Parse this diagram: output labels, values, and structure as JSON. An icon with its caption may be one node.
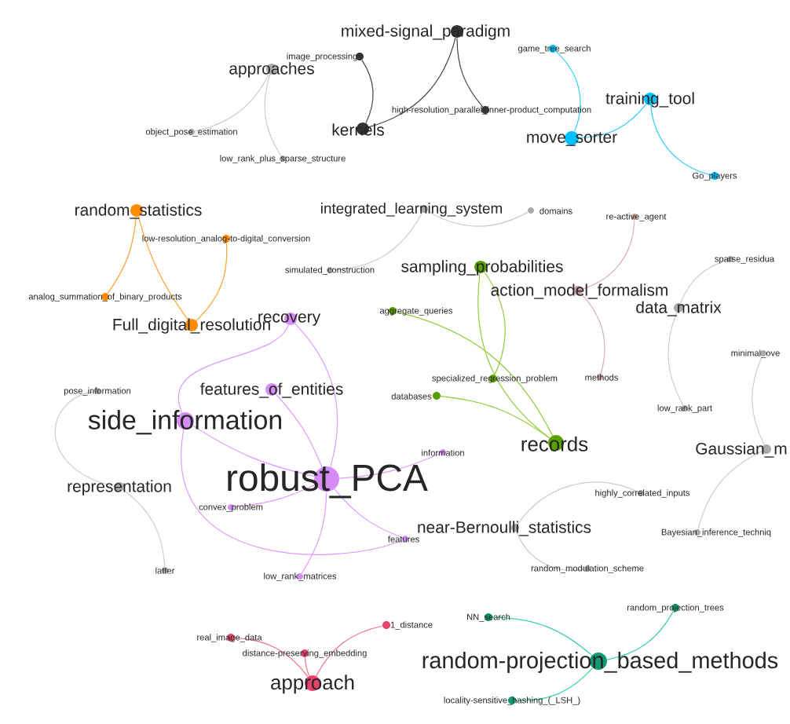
{
  "diagram": {
    "nodes": [
      {
        "text": [
          "mixed-signal_paradigm"
        ]
      },
      {
        "text": [
          "image_processing"
        ]
      },
      {
        "text": [
          "kernels"
        ]
      },
      {
        "text": [
          "high-resolution_parallel_inner-product_computation"
        ]
      },
      {
        "text": [
          "approaches"
        ]
      },
      {
        "text": [
          "object_pose_estimation"
        ]
      },
      {
        "text": [
          "low_rank_plus_sparse_structure"
        ]
      },
      {
        "text": [
          "game_tree_search"
        ]
      },
      {
        "text": [
          "training_tool"
        ]
      },
      {
        "text": [
          "move_sorter"
        ]
      },
      {
        "text": [
          "Go_players"
        ]
      },
      {
        "text": [
          "random_statistics"
        ]
      },
      {
        "text": [
          "low-resolution_analog-to-digital_conversion"
        ]
      },
      {
        "text": [
          "analog_summation_of_binary_products"
        ]
      },
      {
        "text": [
          "Full_digital_resolution"
        ]
      },
      {
        "text": [
          "integrated_learning_system"
        ]
      },
      {
        "text": [
          "domains"
        ]
      },
      {
        "text": [
          "simulated_construction"
        ]
      },
      {
        "text": [
          "sampling_probabilities"
        ]
      },
      {
        "text": [
          "aggregate_queries"
        ]
      },
      {
        "text": [
          "specialized_regression_problem"
        ]
      },
      {
        "text": [
          "databases"
        ]
      },
      {
        "text": [
          "records"
        ]
      },
      {
        "text": [
          "re-active_agent"
        ]
      },
      {
        "text": [
          "action_model_formalism"
        ]
      },
      {
        "text": [
          "methods"
        ]
      },
      {
        "text": [
          "sparse_residua"
        ]
      },
      {
        "text": [
          "data_matrix"
        ]
      },
      {
        "text": [
          "low_rank_part"
        ]
      },
      {
        "text": [
          "minimal_ove"
        ]
      },
      {
        "text": [
          "Gaussian_m"
        ]
      },
      {
        "text": [
          "Bayesian_inference_techniq"
        ]
      },
      {
        "text": [
          "recovery"
        ]
      },
      {
        "text": [
          "features_of_entities"
        ]
      },
      {
        "text": [
          "side_information"
        ]
      },
      {
        "text": [
          "robust_PCA"
        ]
      },
      {
        "text": [
          "information"
        ]
      },
      {
        "text": [
          "convex_problem"
        ]
      },
      {
        "text": [
          "features"
        ]
      },
      {
        "text": [
          "low_rank_matrices"
        ]
      },
      {
        "text": [
          "pose_information"
        ]
      },
      {
        "text": [
          "representation"
        ]
      },
      {
        "text": [
          "latter"
        ]
      },
      {
        "text": [
          "highly_correlated_inputs"
        ]
      },
      {
        "text": [
          "near-Bernoulli_statistics"
        ]
      },
      {
        "text": [
          "random_modulation_scheme"
        ]
      },
      {
        "text": [
          "1_distance"
        ]
      },
      {
        "text": [
          "real_image_data"
        ]
      },
      {
        "text": [
          "distance-preserving_embedding"
        ]
      },
      {
        "text": [
          "approach"
        ]
      },
      {
        "text": [
          "NN_search"
        ]
      },
      {
        "text": [
          "random_projection_trees"
        ]
      },
      {
        "text": [
          "random-projection_based_methods"
        ]
      },
      {
        "text": [
          "locality-sensitive_hashing_(_LSH_)"
        ]
      }
    ],
    "edges": [
      {
        "from": 0,
        "to": 2,
        "arrow": "none",
        "color": "#444444"
      },
      {
        "from": 0,
        "to": 3,
        "arrow": "none",
        "color": "#444444"
      },
      {
        "from": 1,
        "to": 2,
        "arrow": "none",
        "color": "#444444"
      },
      {
        "from": 4,
        "to": 5,
        "arrow": "none"
      },
      {
        "from": 4,
        "to": 6,
        "arrow": "none"
      },
      {
        "from": 7,
        "to": 9,
        "arrow": "none",
        "color": "#33ccff"
      },
      {
        "from": 9,
        "to": 8,
        "arrow": "none",
        "color": "#33ccff"
      },
      {
        "from": 8,
        "to": 10,
        "arrow": "none",
        "color": "#33ccff"
      },
      {
        "from": 11,
        "to": 13,
        "arrow": "none",
        "color": "#ffa033"
      },
      {
        "from": 11,
        "to": 14,
        "arrow": "none",
        "color": "#ffa033"
      },
      {
        "from": 12,
        "to": 14,
        "arrow": "none",
        "color": "#ffa033"
      },
      {
        "from": 15,
        "to": 16,
        "arrow": "none"
      },
      {
        "from": 15,
        "to": 17,
        "arrow": "none"
      },
      {
        "from": 18,
        "to": 20,
        "arrow": "none",
        "color": "#8fcc3a"
      },
      {
        "from": 18,
        "to": 22,
        "arrow": "none",
        "color": "#8fcc3a"
      },
      {
        "from": 19,
        "to": 22,
        "arrow": "none",
        "color": "#8fcc3a"
      },
      {
        "from": 21,
        "to": 22,
        "arrow": "none",
        "color": "#8fcc3a"
      },
      {
        "from": 23,
        "to": 24,
        "arrow": "none",
        "color": "#dcb0b0"
      },
      {
        "from": 24,
        "to": 25,
        "arrow": "none",
        "color": "#dcb0b0"
      },
      {
        "from": 27,
        "to": 26,
        "arrow": "none"
      },
      {
        "from": 27,
        "to": 28,
        "arrow": "none"
      },
      {
        "from": 30,
        "to": 29,
        "arrow": "none"
      },
      {
        "from": 30,
        "to": 31,
        "arrow": "none"
      },
      {
        "from": 32,
        "to": 34,
        "arrow": "none",
        "color": "#dd99ff"
      },
      {
        "from": 32,
        "to": 35,
        "arrow": "none",
        "color": "#dd99ff"
      },
      {
        "from": 33,
        "to": 35,
        "arrow": "none",
        "color": "#dd99ff"
      },
      {
        "from": 34,
        "to": 35,
        "arrow": "none",
        "color": "#dd99ff"
      },
      {
        "from": 35,
        "to": 36,
        "arrow": "none",
        "color": "#dd99ff"
      },
      {
        "from": 35,
        "to": 37,
        "arrow": "none",
        "color": "#dd99ff"
      },
      {
        "from": 35,
        "to": 38,
        "arrow": "none",
        "color": "#dd99ff"
      },
      {
        "from": 35,
        "to": 39,
        "arrow": "none",
        "color": "#dd99ff"
      },
      {
        "from": 34,
        "to": 38,
        "arrow": "none",
        "color": "#dd99ff"
      },
      {
        "from": 41,
        "to": 40,
        "arrow": "none"
      },
      {
        "from": 41,
        "to": 42,
        "arrow": "none"
      },
      {
        "from": 44,
        "to": 43,
        "arrow": "none"
      },
      {
        "from": 44,
        "to": 45,
        "arrow": "none"
      },
      {
        "from": 49,
        "to": 46,
        "arrow": "none",
        "color": "#f07090"
      },
      {
        "from": 49,
        "to": 47,
        "arrow": "none",
        "color": "#f07090"
      },
      {
        "from": 49,
        "to": 48,
        "arrow": "none",
        "color": "#f07090"
      },
      {
        "from": 52,
        "to": 50,
        "arrow": "none",
        "color": "#40d0b0"
      },
      {
        "from": 52,
        "to": 51,
        "arrow": "none",
        "color": "#40d0b0"
      },
      {
        "from": 52,
        "to": 53,
        "arrow": "none",
        "color": "#40d0b0"
      }
    ]
  }
}
